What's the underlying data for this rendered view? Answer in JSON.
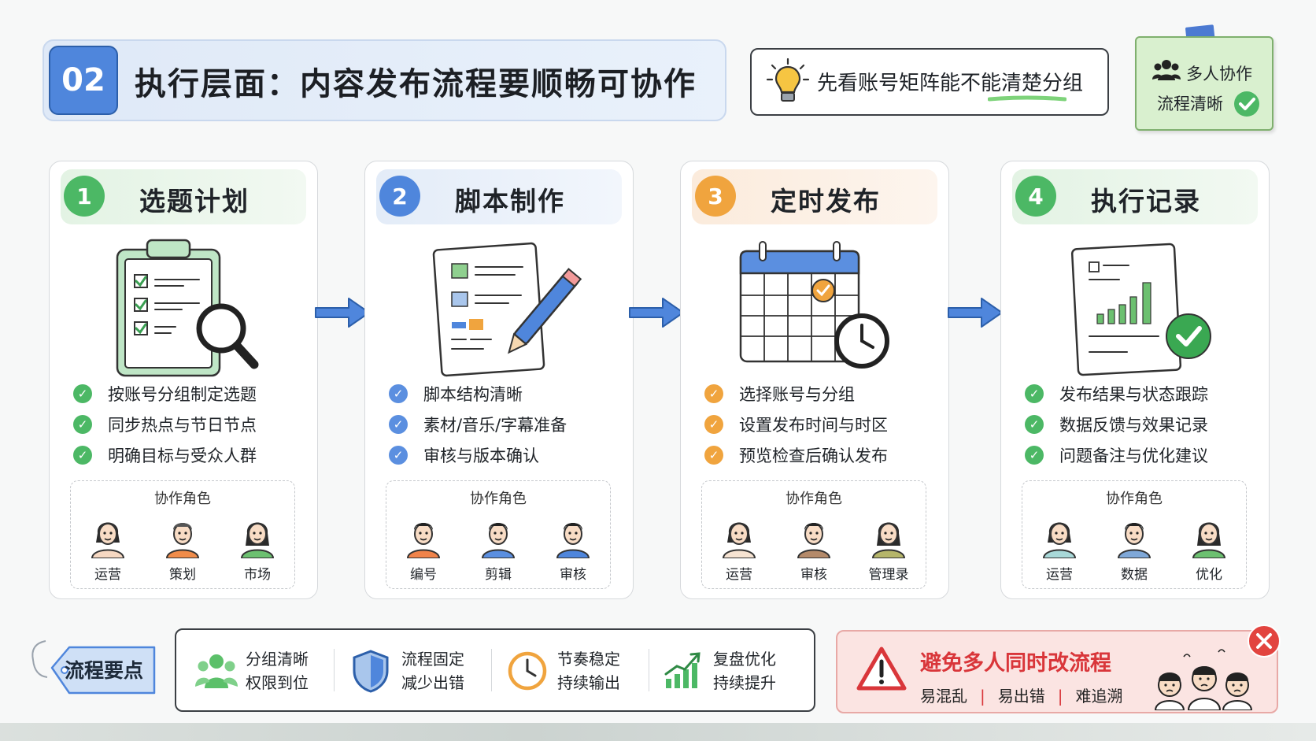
{
  "header": {
    "number": "02",
    "title": "执行层面：内容发布流程要顺畅可协作"
  },
  "tip": {
    "icon": "lightbulb-icon",
    "text": "先看账号矩阵能不能清楚分组"
  },
  "note": {
    "line1": "多人协作",
    "line2": "流程清晰"
  },
  "steps": [
    {
      "num": "1",
      "title": "选题计划",
      "color": "#4cb865",
      "head_bg": "#e3f3e4",
      "bullets": [
        "按账号分组制定选题",
        "同步热点与节日节点",
        "明确目标与受众人群"
      ],
      "roles_title": "协作角色",
      "roles": [
        "运营",
        "策划",
        "市场"
      ]
    },
    {
      "num": "2",
      "title": "脚本制作",
      "color": "#4f86dc",
      "head_bg": "#e3ecf8",
      "bullets": [
        "脚本结构清晰",
        "素材/音乐/字幕准备",
        "审核与版本确认"
      ],
      "roles_title": "协作角色",
      "roles": [
        "编号",
        "剪辑",
        "审核"
      ]
    },
    {
      "num": "3",
      "title": "定时发布",
      "color": "#f0a43e",
      "head_bg": "#fbebdc",
      "bullets": [
        "选择账号与分组",
        "设置发布时间与时区",
        "预览检查后确认发布"
      ],
      "roles_title": "协作角色",
      "roles": [
        "运营",
        "审核",
        "管理录"
      ]
    },
    {
      "num": "4",
      "title": "执行记录",
      "color": "#4cb865",
      "head_bg": "#e3f3e4",
      "bullets": [
        "发布结果与状态跟踪",
        "数据反馈与效果记录",
        "问题备注与优化建议"
      ],
      "roles_title": "协作角色",
      "roles": [
        "运营",
        "数据",
        "优化"
      ]
    }
  ],
  "key_points": {
    "label": "流程要点",
    "items": [
      {
        "icon": "team-icon",
        "line1": "分组清晰",
        "line2": "权限到位"
      },
      {
        "icon": "shield-icon",
        "line1": "流程固定",
        "line2": "减少出错"
      },
      {
        "icon": "clock-icon",
        "line1": "节奏稳定",
        "line2": "持续输出"
      },
      {
        "icon": "growth-chart-icon",
        "line1": "复盘优化",
        "line2": "持续提升"
      }
    ]
  },
  "warning": {
    "title": "避免多人同时改流程",
    "items": [
      "易混乱",
      "易出错",
      "难追溯"
    ]
  }
}
